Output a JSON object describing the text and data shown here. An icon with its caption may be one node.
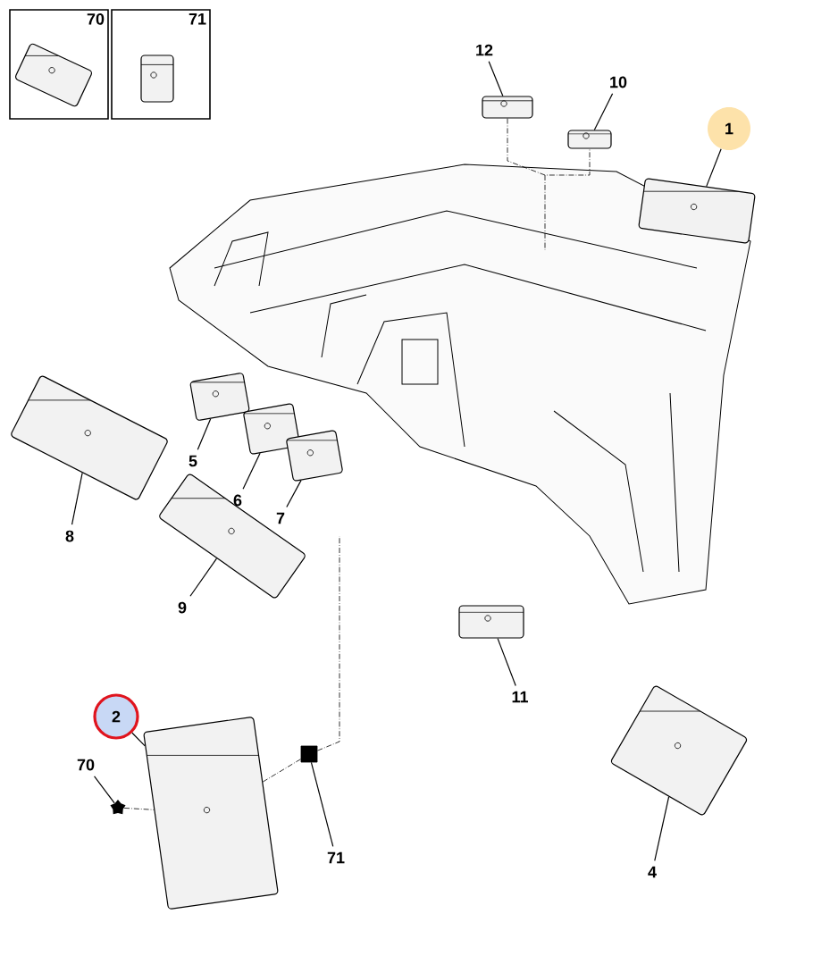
{
  "diagram": {
    "nodes": [
      {
        "text": [
          "70"
        ]
      },
      {
        "text": [],
        "shape": "picture",
        "in": 0
      },
      {
        "text": [
          "71"
        ]
      },
      {
        "text": [],
        "shape": "picture",
        "in": 2
      },
      {
        "text": [
          "12"
        ]
      },
      {
        "text": [],
        "shape": "picture"
      },
      {
        "text": [
          "10"
        ]
      },
      {
        "text": [],
        "shape": "picture"
      },
      {
        "text": [
          "1"
        ]
      },
      {
        "text": [],
        "shape": "picture"
      },
      {
        "text": [
          "5"
        ]
      },
      {
        "text": [],
        "shape": "picture"
      },
      {
        "text": [
          "6"
        ]
      },
      {
        "text": [],
        "shape": "picture"
      },
      {
        "text": [
          "7"
        ]
      },
      {
        "text": [],
        "shape": "picture"
      },
      {
        "text": [
          "8"
        ]
      },
      {
        "text": [],
        "shape": "picture"
      },
      {
        "text": [
          "9"
        ]
      },
      {
        "text": [],
        "shape": "picture"
      },
      {
        "text": [
          "11"
        ]
      },
      {
        "text": [],
        "shape": "picture"
      },
      {
        "text": [
          "2"
        ]
      },
      {
        "text": [],
        "shape": "picture"
      },
      {
        "text": [
          "70"
        ]
      },
      {
        "text": [],
        "shape": "picture"
      },
      {
        "text": [
          "71"
        ]
      },
      {
        "text": [],
        "shape": "box"
      },
      {
        "text": [
          "4"
        ]
      },
      {
        "text": [],
        "shape": "picture"
      }
    ],
    "edges": [
      {
        "from": 4,
        "to": 5,
        "arrow": "none"
      },
      {
        "from": 6,
        "to": 7,
        "arrow": "none"
      },
      {
        "from": 8,
        "to": 9,
        "arrow": "none"
      },
      {
        "from": 10,
        "to": 11,
        "arrow": "none"
      },
      {
        "from": 12,
        "to": 13,
        "arrow": "none"
      },
      {
        "from": 14,
        "to": 15,
        "arrow": "none"
      },
      {
        "from": 16,
        "to": 17,
        "arrow": "none"
      },
      {
        "from": 18,
        "to": 19,
        "arrow": "none"
      },
      {
        "from": 20,
        "to": 21,
        "arrow": "none"
      },
      {
        "from": 22,
        "to": 23,
        "arrow": "none"
      },
      {
        "from": 24,
        "to": 25,
        "arrow": "none"
      },
      {
        "from": 26,
        "to": 27,
        "arrow": "none"
      },
      {
        "from": 28,
        "to": 29,
        "arrow": "none"
      },
      {
        "from": 5,
        "to": 7,
        "arrow": "none",
        "style": "dashed"
      },
      {
        "from": 25,
        "to": 23,
        "arrow": "none",
        "style": "dashed"
      },
      {
        "from": 23,
        "to": 27,
        "arrow": "none",
        "style": "dashed"
      },
      {
        "from": 27,
        "to": null,
        "arrow": "none",
        "style": "dashed"
      }
    ]
  }
}
